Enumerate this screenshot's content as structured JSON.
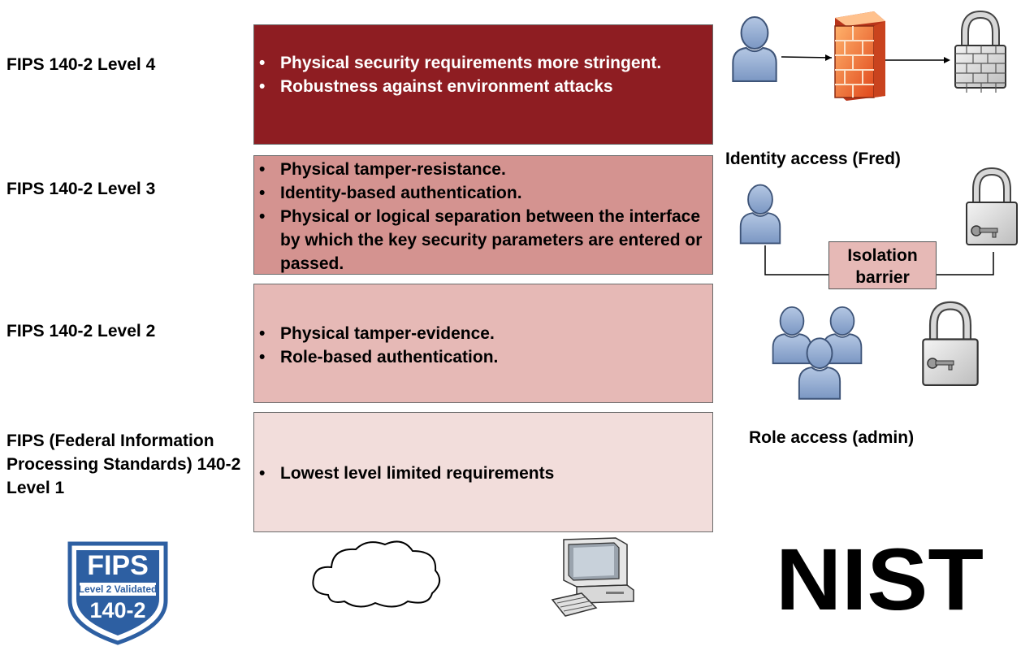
{
  "levels": [
    {
      "label": "FIPS 140-2 Level 4",
      "bullets": [
        "Physical security requirements more stringent.",
        "Robustness against environment attacks"
      ]
    },
    {
      "label": "FIPS 140-2 Level 3",
      "bullets": [
        "Physical tamper-resistance.",
        "Identity-based authentication.",
        "Physical or logical separation between the interface by which the key security parameters are entered or passed."
      ]
    },
    {
      "label": "FIPS 140-2 Level 2",
      "bullets": [
        "Physical tamper-evidence.",
        "Role-based authentication."
      ]
    },
    {
      "label": "FIPS (Federal Information Processing Standards) 140-2 Level 1",
      "bullets": [
        "Lowest level limited requirements"
      ]
    }
  ],
  "captions": {
    "identity_access": "Identity access (Fred)",
    "isolation_barrier": "Isolation barrier",
    "role_access": "Role access (admin)"
  },
  "badge": {
    "title": "FIPS",
    "subtitle": "Level 2 Validated",
    "number": "140-2"
  },
  "logo": "NIST",
  "colors": {
    "level4": "#8e1d22",
    "level3": "#d49390",
    "level2": "#e6b9b6",
    "level1": "#f2dddb",
    "person": "#8fa9cf",
    "badge": "#2d5fa2"
  },
  "icons": [
    "user-icon",
    "firewall-icon",
    "padlock-icon",
    "padlock-key-icon",
    "user-group-icon",
    "cloud-icon",
    "computer-icon",
    "fips-badge-icon",
    "nist-logo-icon"
  ]
}
